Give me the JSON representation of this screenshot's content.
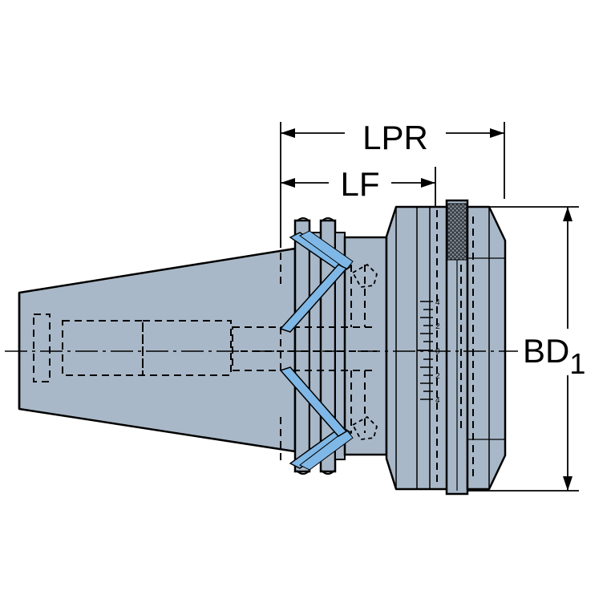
{
  "drawing": {
    "colors": {
      "body": "#a9b8c8",
      "outline": "#000000",
      "cutaway": "#7fb8e6",
      "background": "#ffffff"
    },
    "dimensions": {
      "lpr": "LPR",
      "lf": "LF",
      "bd_main": "BD",
      "bd_sub": "1"
    },
    "scale_marks": [
      "4",
      "2",
      "0",
      "2",
      "4"
    ]
  }
}
